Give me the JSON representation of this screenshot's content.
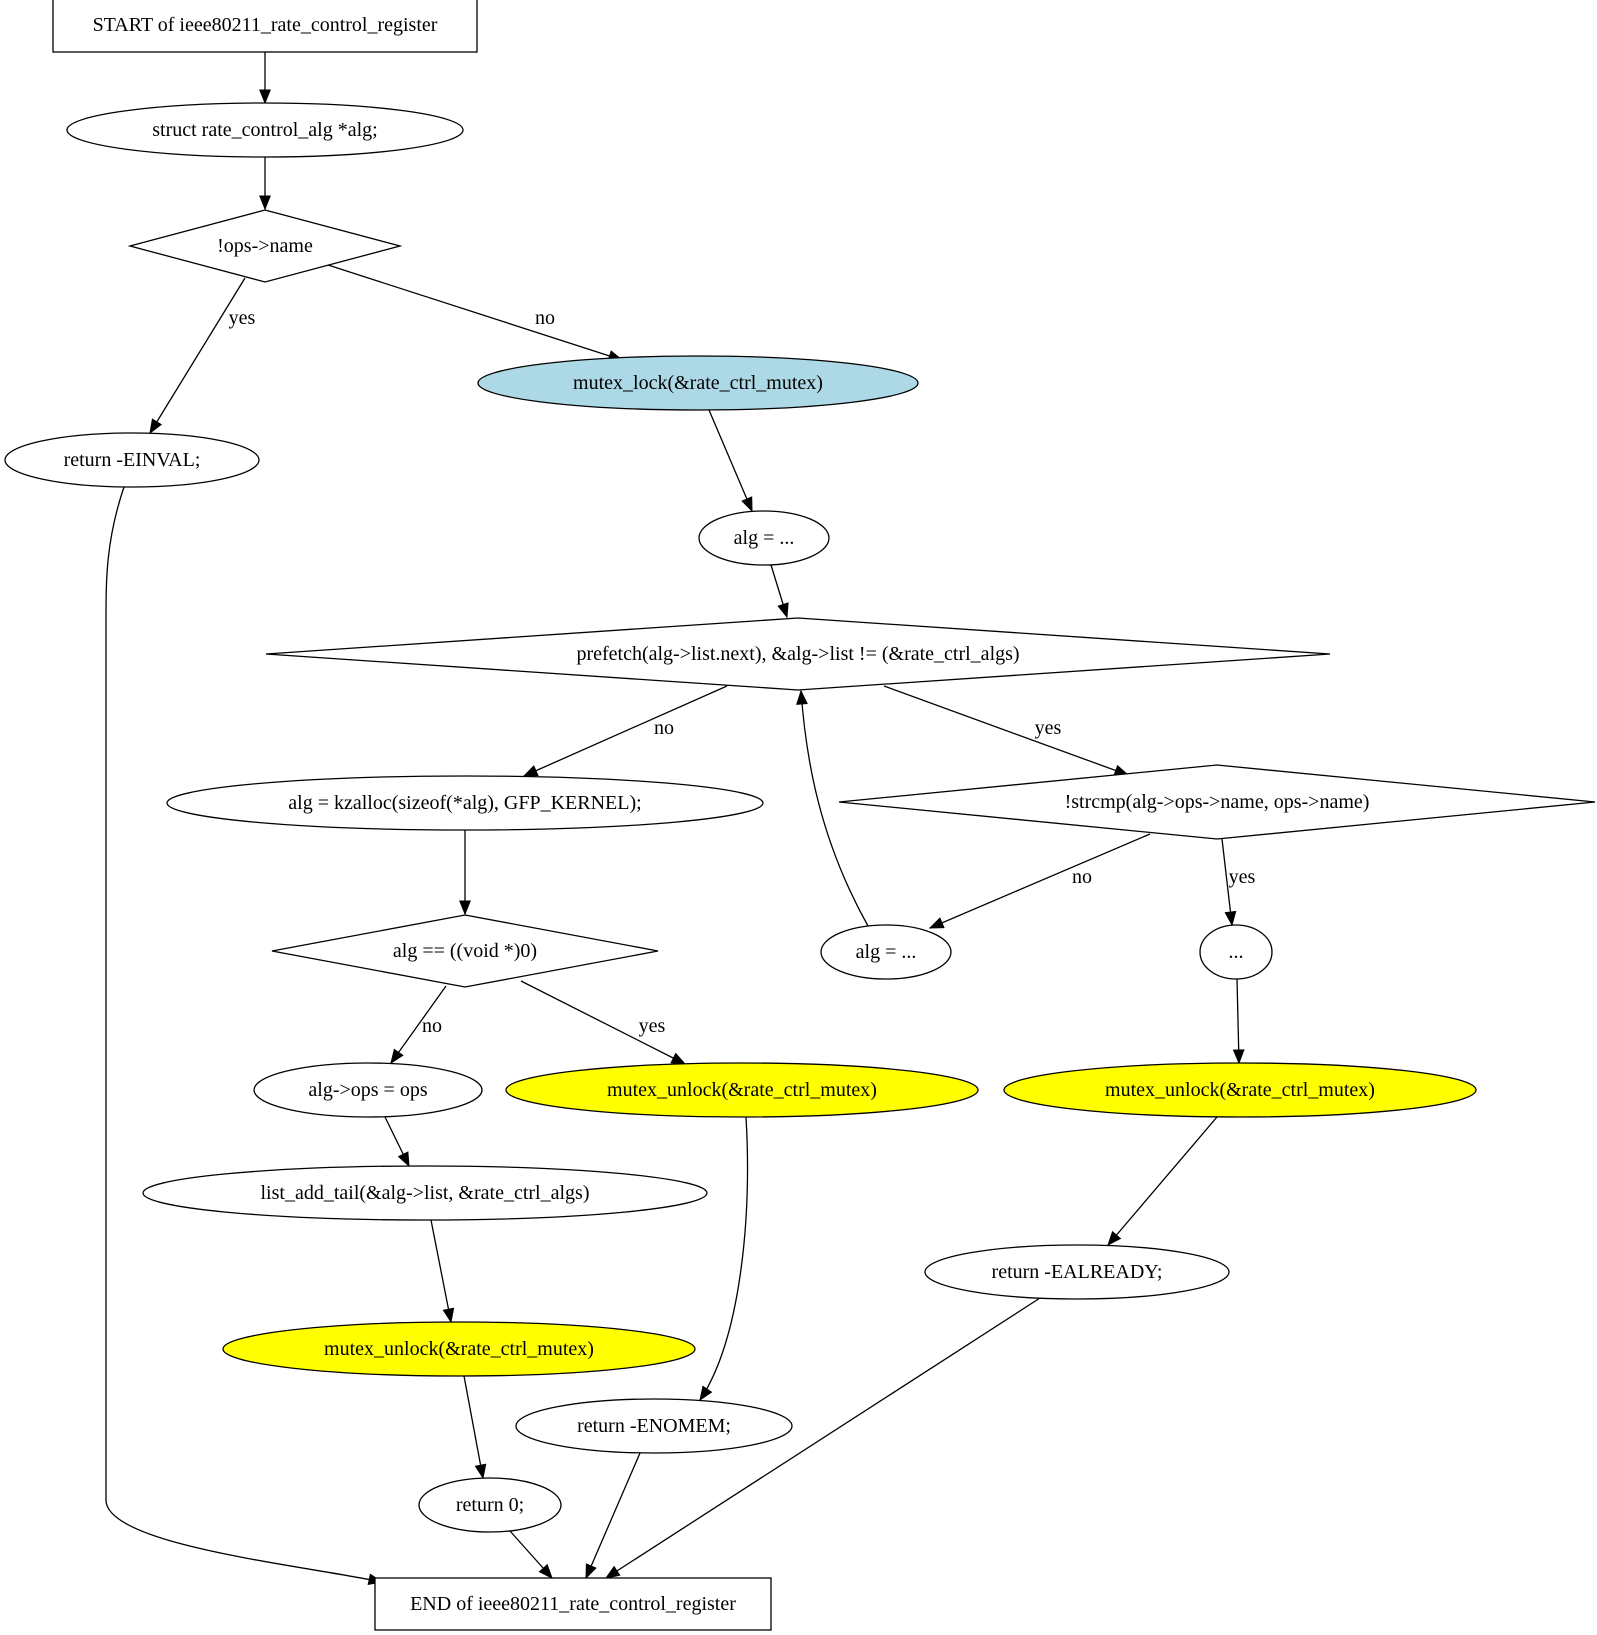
{
  "diagram": {
    "title": "START of ieee80211_rate_control_register",
    "colors": {
      "lock_fill": "#add8e6",
      "unlock_fill": "#ffff00",
      "default_fill": "#ffffff",
      "stroke": "#000000"
    },
    "nodes": {
      "start": {
        "label": "START of ieee80211_rate_control_register",
        "shape": "box"
      },
      "decl": {
        "label": "struct rate_control_alg *alg;",
        "shape": "ellipse"
      },
      "cond_name": {
        "label": "!ops->name",
        "shape": "diamond"
      },
      "ret_einval": {
        "label": "return -EINVAL;",
        "shape": "ellipse"
      },
      "lock": {
        "label": "mutex_lock(&rate_ctrl_mutex)",
        "shape": "ellipse",
        "fill": "lock"
      },
      "alg_init": {
        "label": "alg = ...",
        "shape": "ellipse"
      },
      "loop_cond": {
        "label": "prefetch(alg->list.next), &alg->list != (&rate_ctrl_algs)",
        "shape": "diamond"
      },
      "kzalloc": {
        "label": "alg = kzalloc(sizeof(*alg), GFP_KERNEL);",
        "shape": "ellipse"
      },
      "strcmp": {
        "label": "!strcmp(alg->ops->name, ops->name)",
        "shape": "diamond"
      },
      "alg_next": {
        "label": "alg = ...",
        "shape": "ellipse"
      },
      "dots": {
        "label": "...",
        "shape": "ellipse"
      },
      "null_check": {
        "label": "alg == ((void *)0)",
        "shape": "diamond"
      },
      "set_ops": {
        "label": "alg->ops = ops",
        "shape": "ellipse"
      },
      "unlock_nomem": {
        "label": "mutex_unlock(&rate_ctrl_mutex)",
        "shape": "ellipse",
        "fill": "unlock"
      },
      "unlock_already": {
        "label": "mutex_unlock(&rate_ctrl_mutex)",
        "shape": "ellipse",
        "fill": "unlock"
      },
      "list_add": {
        "label": "list_add_tail(&alg->list, &rate_ctrl_algs)",
        "shape": "ellipse"
      },
      "ret_ealready": {
        "label": "return -EALREADY;",
        "shape": "ellipse"
      },
      "unlock_ok": {
        "label": "mutex_unlock(&rate_ctrl_mutex)",
        "shape": "ellipse",
        "fill": "unlock"
      },
      "ret_enomem": {
        "label": "return -ENOMEM;",
        "shape": "ellipse"
      },
      "ret_zero": {
        "label": "return 0;",
        "shape": "ellipse"
      },
      "end": {
        "label": "END of ieee80211_rate_control_register",
        "shape": "box"
      }
    },
    "edges": [
      {
        "from": "start",
        "to": "decl",
        "label": ""
      },
      {
        "from": "decl",
        "to": "cond_name",
        "label": ""
      },
      {
        "from": "cond_name",
        "to": "ret_einval",
        "label": "yes"
      },
      {
        "from": "cond_name",
        "to": "lock",
        "label": "no"
      },
      {
        "from": "ret_einval",
        "to": "end",
        "label": ""
      },
      {
        "from": "lock",
        "to": "alg_init",
        "label": ""
      },
      {
        "from": "alg_init",
        "to": "loop_cond",
        "label": ""
      },
      {
        "from": "loop_cond",
        "to": "kzalloc",
        "label": "no"
      },
      {
        "from": "loop_cond",
        "to": "strcmp",
        "label": "yes"
      },
      {
        "from": "strcmp",
        "to": "alg_next",
        "label": "no"
      },
      {
        "from": "strcmp",
        "to": "dots",
        "label": "yes"
      },
      {
        "from": "alg_next",
        "to": "loop_cond",
        "label": ""
      },
      {
        "from": "kzalloc",
        "to": "null_check",
        "label": ""
      },
      {
        "from": "null_check",
        "to": "set_ops",
        "label": "no"
      },
      {
        "from": "null_check",
        "to": "unlock_nomem",
        "label": "yes"
      },
      {
        "from": "dots",
        "to": "unlock_already",
        "label": ""
      },
      {
        "from": "set_ops",
        "to": "list_add",
        "label": ""
      },
      {
        "from": "unlock_nomem",
        "to": "ret_enomem",
        "label": ""
      },
      {
        "from": "unlock_already",
        "to": "ret_ealready",
        "label": ""
      },
      {
        "from": "list_add",
        "to": "unlock_ok",
        "label": ""
      },
      {
        "from": "unlock_ok",
        "to": "ret_zero",
        "label": ""
      },
      {
        "from": "ret_zero",
        "to": "end",
        "label": ""
      },
      {
        "from": "ret_enomem",
        "to": "end",
        "label": ""
      },
      {
        "from": "ret_ealready",
        "to": "end",
        "label": ""
      }
    ]
  }
}
